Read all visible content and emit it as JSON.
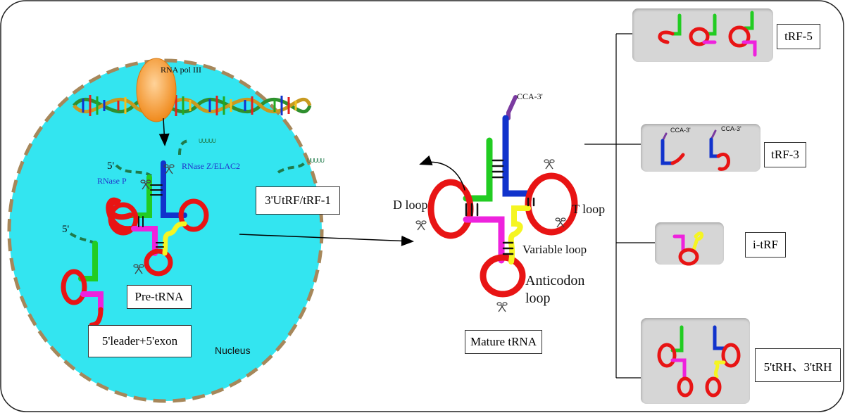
{
  "nucleus": {
    "polymerase": "RNA pol III",
    "rnase_p": "RNase P",
    "rnase_z": "RNase Z/ELAC2",
    "five_prime_a": "5'",
    "five_prime_b": "5'",
    "poly_u_a": "UUUUU",
    "poly_u_b": "UUUUU",
    "utrf_label": "3'UtRF/tRF-1",
    "pre_trna_label": "Pre-tRNA",
    "leader_exon_label": "5'leader+5'exon",
    "nucleus_label": "Nucleus"
  },
  "mature": {
    "cca_label": "CCA-3'",
    "d_loop": "D loop",
    "t_loop": "T loop",
    "variable_loop": "Variable loop",
    "anticodon_line1": "Anticodon",
    "anticodon_line2": "loop",
    "mature_label": "Mature tRNA"
  },
  "fragments": [
    {
      "label": "tRF-5"
    },
    {
      "label": "tRF-3",
      "cca_a": "CCA-3'",
      "cca_b": "CCA-3'"
    },
    {
      "label": "i-tRF"
    },
    {
      "label": "5'tRH、3'tRH"
    }
  ],
  "colors": {
    "nucleus_fill": "#33e5f0",
    "nucleus_border": "#a6875a",
    "red": "#f01414",
    "green": "#22cc22",
    "blue": "#1133cc",
    "magenta": "#ee22dd",
    "yellow": "#f5f522",
    "purple": "#7a3aa0",
    "panel_gray": "#d6d6d6",
    "strand_green": "#1f7a4a"
  }
}
